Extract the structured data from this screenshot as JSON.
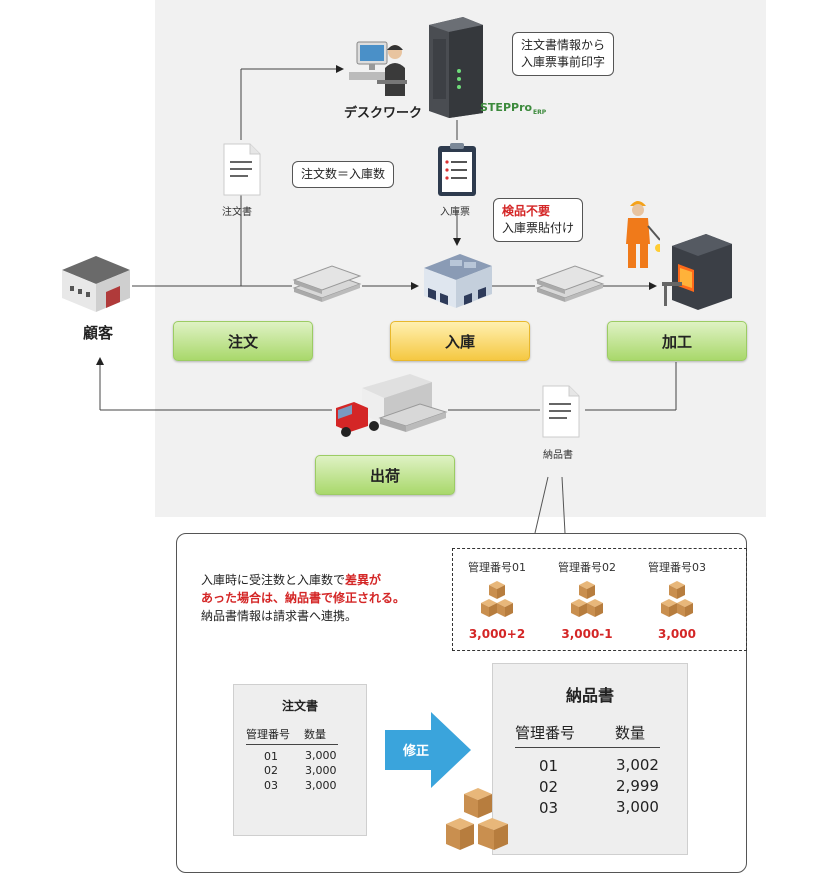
{
  "header_nodes": {
    "desk": "デスクワーク",
    "erp_logo": "STEPPro",
    "erp_sub": "ERP",
    "erp_callout_line1": "注文書情報から",
    "erp_callout_line2": "入庫票事前印字",
    "order_doc": "注文書",
    "qty_callout": "注文数＝入庫数",
    "receipt_slip": "入庫票",
    "inspect_line1": "検品不要",
    "inspect_line2": "入庫票貼付け",
    "customer": "顧客",
    "delivery_doc": "納品書"
  },
  "stages": {
    "order": "注文",
    "receiving": "入庫",
    "processing": "加工",
    "shipping": "出荷"
  },
  "note": {
    "line1_a": "入庫時に受注数と入庫数で",
    "line1_b": "差異が",
    "line2": "あった場合は、納品書で修正される。",
    "line3": "納品書情報は請求書へ連携。"
  },
  "products": [
    {
      "label": "管理番号01",
      "qty": "3,000+2"
    },
    {
      "label": "管理番号02",
      "qty": "3,000-1"
    },
    {
      "label": "管理番号03",
      "qty": "3,000"
    }
  ],
  "order_sheet": {
    "title": "注文書",
    "col1": "管理番号",
    "col2": "数量",
    "rows": [
      {
        "id": "01",
        "qty": "3,000"
      },
      {
        "id": "02",
        "qty": "3,000"
      },
      {
        "id": "03",
        "qty": "3,000"
      }
    ]
  },
  "fix_arrow": "修正",
  "delivery_sheet": {
    "title": "納品書",
    "col1": "管理番号",
    "col2": "数量",
    "rows": [
      {
        "id": "01",
        "qty": "3,002"
      },
      {
        "id": "02",
        "qty": "2,999"
      },
      {
        "id": "03",
        "qty": "3,000"
      }
    ]
  },
  "colors": {
    "accent_red": "#d42626",
    "stage_green": "#a9d86b",
    "stage_yellow": "#f5c842",
    "arrow_blue": "#3aa4dc"
  }
}
